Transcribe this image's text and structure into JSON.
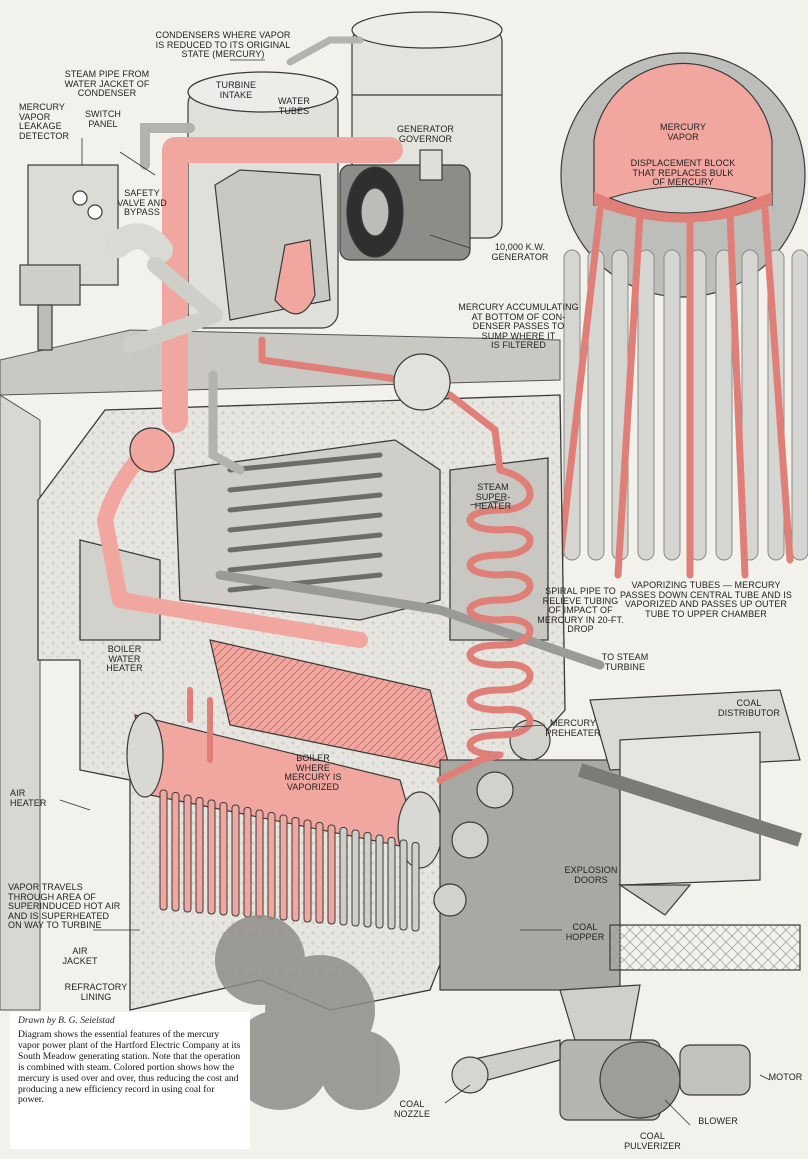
{
  "labels": {
    "condensers": "CONDENSERS WHERE VAPOR\nIS REDUCED TO ITS ORIGINAL\nSTATE (MERCURY)",
    "steam_pipe": "STEAM PIPE FROM\nWATER JACKET OF\nCONDENSER",
    "leakage_detector": "MERCURY\nVAPOR\nLEAKAGE\nDETECTOR",
    "switch_panel": "SWITCH\nPANEL",
    "turbine_intake": "TURBINE\nINTAKE",
    "water_tubes": "WATER\nTUBES",
    "generator_governor": "GENERATOR\nGOVERNOR",
    "safety_valve": "SAFETY\nVALVE AND\nBYPASS",
    "generator": "10,000 K.W.\nGENERATOR",
    "mercury_accumulating": "MERCURY ACCUMULATING\nAT BOTTOM OF CON-\nDENSER PASSES TO\nSUMP WHERE IT\nIS FILTERED",
    "mercury_vapor": "MERCURY\nVAPOR",
    "displacement_block": "DISPLACEMENT BLOCK\nTHAT REPLACES BULK\nOF MERCURY",
    "steam_superheater": "STEAM\nSUPER-\nHEATER",
    "spiral_pipe": "SPIRAL PIPE TO\nRELIEVE TUBING\nOF IMPACT OF\nMERCURY IN 20-FT. DROP",
    "vaporizing_tubes": "VAPORIZING TUBES — MERCURY\nPASSES DOWN CENTRAL TUBE AND IS\nVAPORIZED AND PASSES UP OUTER\nTUBE TO UPPER CHAMBER",
    "to_steam_turbine": "TO STEAM\nTURBINE",
    "boiler_water_heater": "BOILER\nWATER\nHEATER",
    "mercury_preheater": "MERCURY\nPREHEATER",
    "coal_distributor": "COAL\nDISTRIBUTOR",
    "boiler": "BOILER\nWHERE\nMERCURY IS\nVAPORIZED",
    "air_heater": "AIR\nHEATER",
    "explosion_doors": "EXPLOSION\nDOORS",
    "vapor_travels": "VAPOR TRAVELS\nTHROUGH AREA OF\nSUPERINDUCED HOT AIR\nAND IS SUPERHEATED\nON WAY TO TURBINE",
    "coal_hopper": "COAL\nHOPPER",
    "air_jacket": "AIR\nJACKET",
    "refractory_lining": "REFRACTORY\nLINING",
    "motor": "MOTOR",
    "coal_nozzle": "COAL\nNOZZLE",
    "blower": "BLOWER",
    "coal_pulverizer": "COAL\nPULVERIZER"
  },
  "credit": "Drawn by B. G. Seielstad",
  "caption": "Diagram shows the essential features of the mercury vapor power plant of the Hartford Electric Company at its South Meadow generating station. Note that the operation is combined with steam. Colored portion shows how the mercury is used over and over, thus reducing the cost and producing a new efficiency record in using coal for power.",
  "colors": {
    "mercury": "#f1a6a0",
    "mercury_dark": "#e07f78",
    "equipment": "#d9d9d4",
    "outline": "#3a3a3a",
    "paper": "#f2f1ec"
  }
}
